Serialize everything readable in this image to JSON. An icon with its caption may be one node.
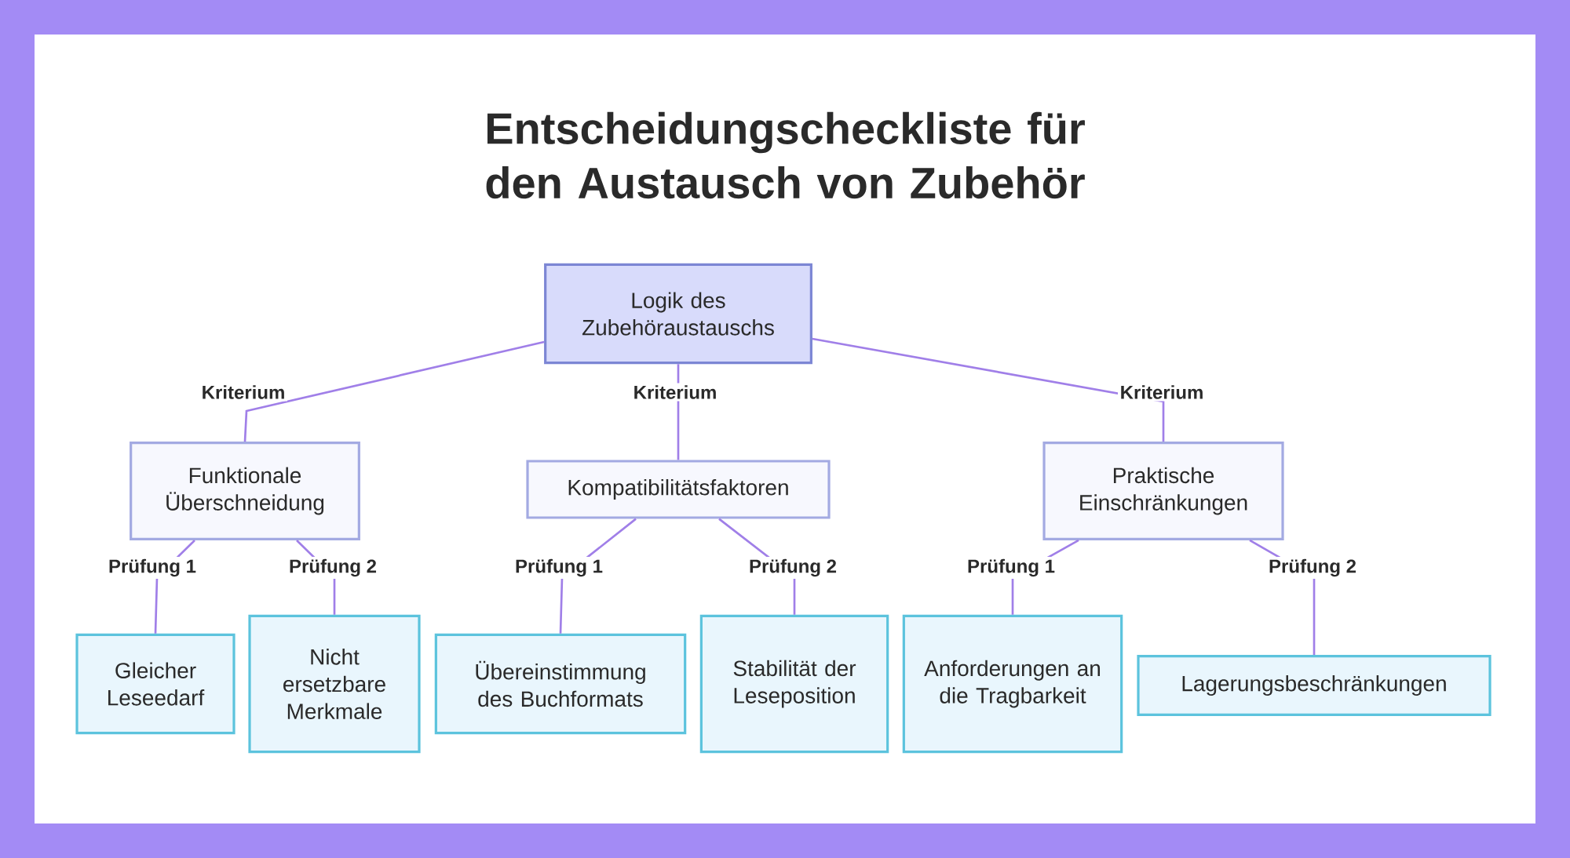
{
  "diagram": {
    "title": "Entscheidungscheckliste für den Austausch von Zubehör",
    "nodes": [
      {
        "text": [
          "Logik des Zubehöraustauschs"
        ]
      },
      {
        "text": [
          "Funktionale Überschneidung"
        ]
      },
      {
        "text": [
          "Kompatibilitätsfaktoren"
        ]
      },
      {
        "text": [
          "Praktische Einschränkungen"
        ]
      },
      {
        "text": [
          "Gleicher Leseedarf"
        ]
      },
      {
        "text": [
          "Nicht ersetzbare Merkmale"
        ]
      },
      {
        "text": [
          "Übereinstimmung des Buchformats"
        ]
      },
      {
        "text": [
          "Stabilität der Leseposition"
        ]
      },
      {
        "text": [
          "Anforderungen an die Tragbarkeit"
        ]
      },
      {
        "text": [
          "Lagerungsbeschränkungen"
        ]
      }
    ],
    "edges": [
      {
        "from": 0,
        "to": 1,
        "arrow": "none",
        "label": "Kriterium"
      },
      {
        "from": 0,
        "to": 2,
        "arrow": "none",
        "label": "Kriterium"
      },
      {
        "from": 0,
        "to": 3,
        "arrow": "none",
        "label": "Kriterium"
      },
      {
        "from": 1,
        "to": 4,
        "arrow": "none",
        "label": "Prüfung 1"
      },
      {
        "from": 1,
        "to": 5,
        "arrow": "none",
        "label": "Prüfung 2"
      },
      {
        "from": 2,
        "to": 6,
        "arrow": "none",
        "label": "Prüfung 1"
      },
      {
        "from": 2,
        "to": 7,
        "arrow": "none",
        "label": "Prüfung 2"
      },
      {
        "from": 3,
        "to": 8,
        "arrow": "none",
        "label": "Prüfung 1"
      },
      {
        "from": 3,
        "to": 9,
        "arrow": "none",
        "label": "Prüfung 2"
      }
    ]
  }
}
